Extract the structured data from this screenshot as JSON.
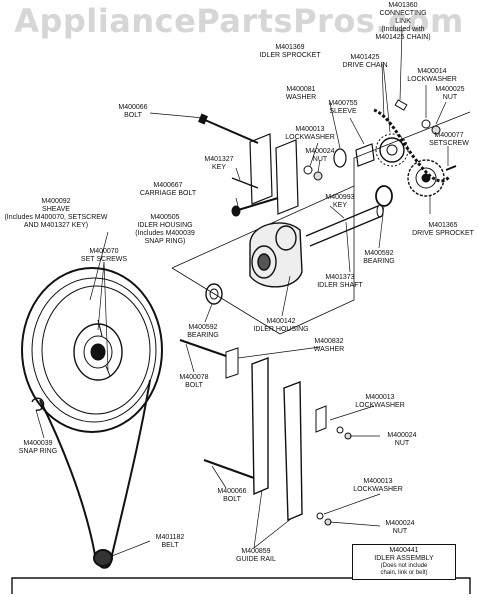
{
  "watermark": "AppliancePartsPros.com",
  "parts": [
    {
      "id": "connecting_link",
      "lines": [
        "M401360",
        "CONNECTING",
        "LINK",
        "(Included with",
        "M401425 CHAIN)"
      ]
    },
    {
      "id": "idler_sprocket",
      "lines": [
        "M401369",
        "IDLER SPROCKET"
      ]
    },
    {
      "id": "drive_chain",
      "lines": [
        "M401425",
        "DRIVE CHAIN"
      ]
    },
    {
      "id": "lockwasher_top",
      "lines": [
        "M400014",
        "LOCKWASHER"
      ]
    },
    {
      "id": "nut_top_right",
      "lines": [
        "M400025",
        "NUT"
      ]
    },
    {
      "id": "washer_top",
      "lines": [
        "M400081",
        "WASHER"
      ]
    },
    {
      "id": "bolt_top",
      "lines": [
        "M400066",
        "BOLT"
      ]
    },
    {
      "id": "sleeve",
      "lines": [
        "M400755",
        "SLEEVE"
      ]
    },
    {
      "id": "lockwasher_mid",
      "lines": [
        "M400013",
        "LOCKWASHER"
      ]
    },
    {
      "id": "nut_mid",
      "lines": [
        "M400024",
        "NUT"
      ]
    },
    {
      "id": "setscrew",
      "lines": [
        "M400077",
        "SETSCREW"
      ]
    },
    {
      "id": "key_left",
      "lines": [
        "M401327",
        "KEY"
      ]
    },
    {
      "id": "carriage_bolt",
      "lines": [
        "M400667",
        "CARRIAGE BOLT"
      ]
    },
    {
      "id": "key_right",
      "lines": [
        "M400993",
        "KEY"
      ]
    },
    {
      "id": "drive_sprocket",
      "lines": [
        "M401365",
        "DRIVE SPROCKET"
      ]
    },
    {
      "id": "sheave",
      "lines": [
        "M400092",
        "SHEAVE",
        "(Includes M400070, SETSCREW",
        "AND M401327 KEY)"
      ]
    },
    {
      "id": "idler_housing_top",
      "lines": [
        "M400505",
        "IDLER HOUSING",
        "(Includes M400039",
        "SNAP RING)"
      ]
    },
    {
      "id": "set_screws",
      "lines": [
        "M400070",
        "SET SCREWS"
      ]
    },
    {
      "id": "bearing_right",
      "lines": [
        "M400592",
        "BEARING"
      ]
    },
    {
      "id": "idler_shaft",
      "lines": [
        "M401373",
        "IDLER SHAFT"
      ]
    },
    {
      "id": "idler_housing_bottom",
      "lines": [
        "M400142",
        "IDLER HOUSING"
      ]
    },
    {
      "id": "bearing_left",
      "lines": [
        "M400592",
        "BEARING"
      ]
    },
    {
      "id": "washer_lower",
      "lines": [
        "M400832",
        "WASHER"
      ]
    },
    {
      "id": "bolt_lower",
      "lines": [
        "M400078",
        "BOLT"
      ]
    },
    {
      "id": "lockwasher_lower",
      "lines": [
        "M400013",
        "LOCKWASHER"
      ]
    },
    {
      "id": "nut_lower",
      "lines": [
        "M400024",
        "NUT"
      ]
    },
    {
      "id": "snap_ring",
      "lines": [
        "M400039",
        "SNAP RING"
      ]
    },
    {
      "id": "lockwasher_bottom",
      "lines": [
        "M400013",
        "LOCKWASHER"
      ]
    },
    {
      "id": "bolt_bottom",
      "lines": [
        "M400066",
        "BOLT"
      ]
    },
    {
      "id": "nut_bottom",
      "lines": [
        "M400024",
        "NUT"
      ]
    },
    {
      "id": "belt",
      "lines": [
        "M401182",
        "BELT"
      ]
    },
    {
      "id": "guide_rail",
      "lines": [
        "M400859",
        "GUIDE RAIL"
      ]
    }
  ],
  "assembly_box": {
    "part": "M400441",
    "name": "IDLER ASSEMBLY",
    "note": [
      "(Does not include",
      "chain, link or belt)"
    ]
  }
}
